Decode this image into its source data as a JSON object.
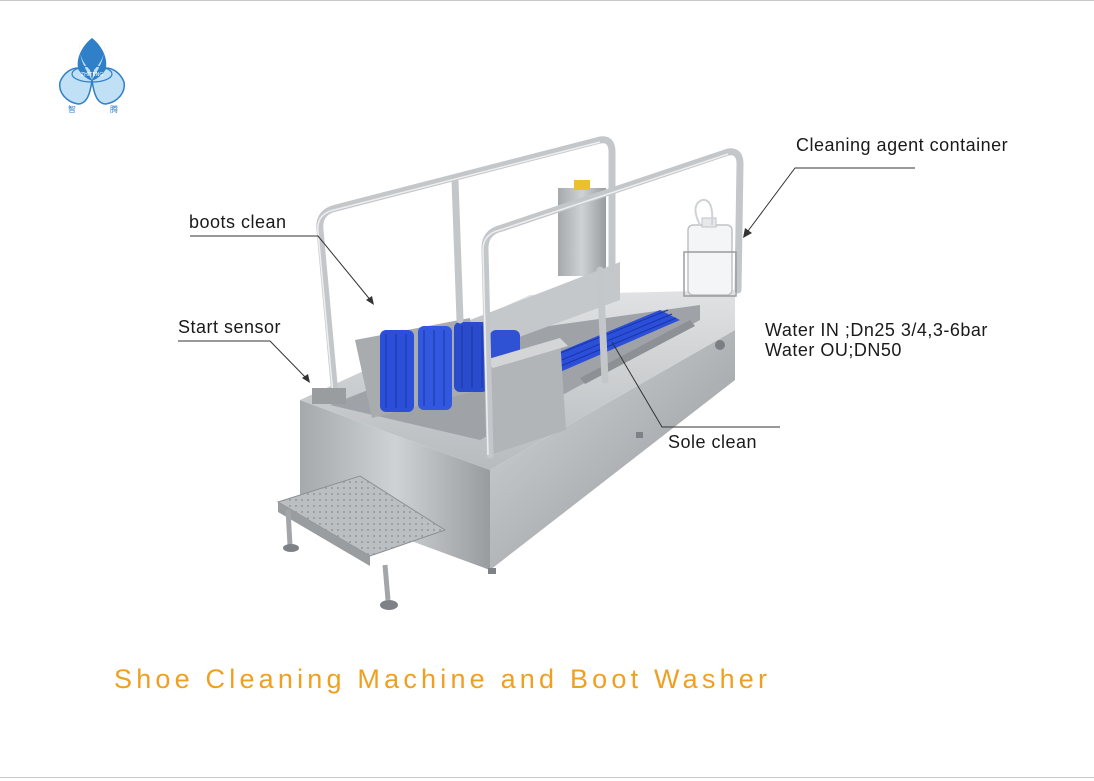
{
  "logo": {
    "icon": "flower-logo-icon",
    "text_left": "智",
    "text_right": "腾",
    "ring_text": "ZHITENG",
    "colors": {
      "primary": "#2f7fc9",
      "light": "#bfe0f5"
    }
  },
  "labels": {
    "cleaning_agent": "Cleaning agent container",
    "boots_clean": "boots clean",
    "start_sensor": "Start sensor",
    "water_in": "Water IN ;Dn25 3/4,3-6bar",
    "water_out": "Water OU;DN50",
    "sole_clean": "Sole clean"
  },
  "caption": "Shoe Cleaning Machine and Boot Washer",
  "colors": {
    "caption": "#f0a020",
    "steel": "#b9bcbf",
    "brush": "#2b4fd8",
    "label_text": "#1a1a1a"
  }
}
